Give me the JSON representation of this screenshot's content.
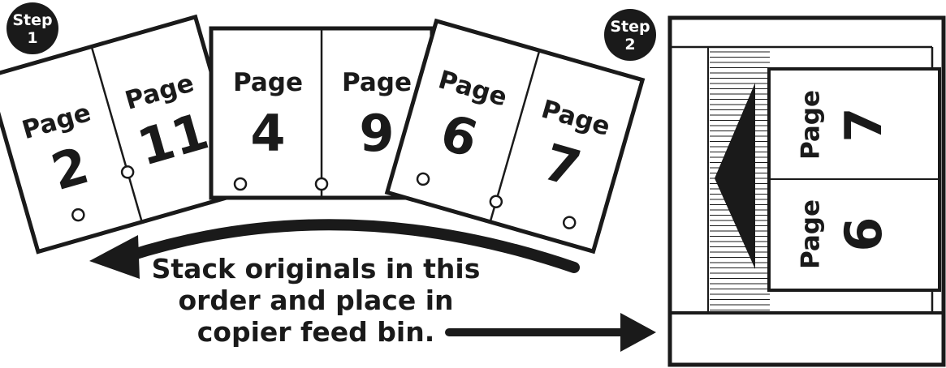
{
  "step1": {
    "badge_line1": "Step",
    "badge_line2": "1"
  },
  "step2": {
    "badge_line1": "Step",
    "badge_line2": "2"
  },
  "sheets": [
    {
      "left_label": "Page",
      "left_number": "2",
      "right_label": "Page",
      "right_number": "11"
    },
    {
      "left_label": "Page",
      "left_number": "4",
      "right_label": "Page",
      "right_number": "9"
    },
    {
      "left_label": "Page",
      "left_number": "6",
      "right_label": "Page",
      "right_number": "7"
    }
  ],
  "caption": {
    "line1": "Stack originals in this",
    "line2": "order and place in",
    "line3": "copier feed bin."
  },
  "feeder_sheet": {
    "top_label": "Page",
    "top_number": "7",
    "bottom_label": "Page",
    "bottom_number": "6"
  },
  "colors": {
    "ink": "#1a1a1a",
    "paper": "#ffffff"
  }
}
